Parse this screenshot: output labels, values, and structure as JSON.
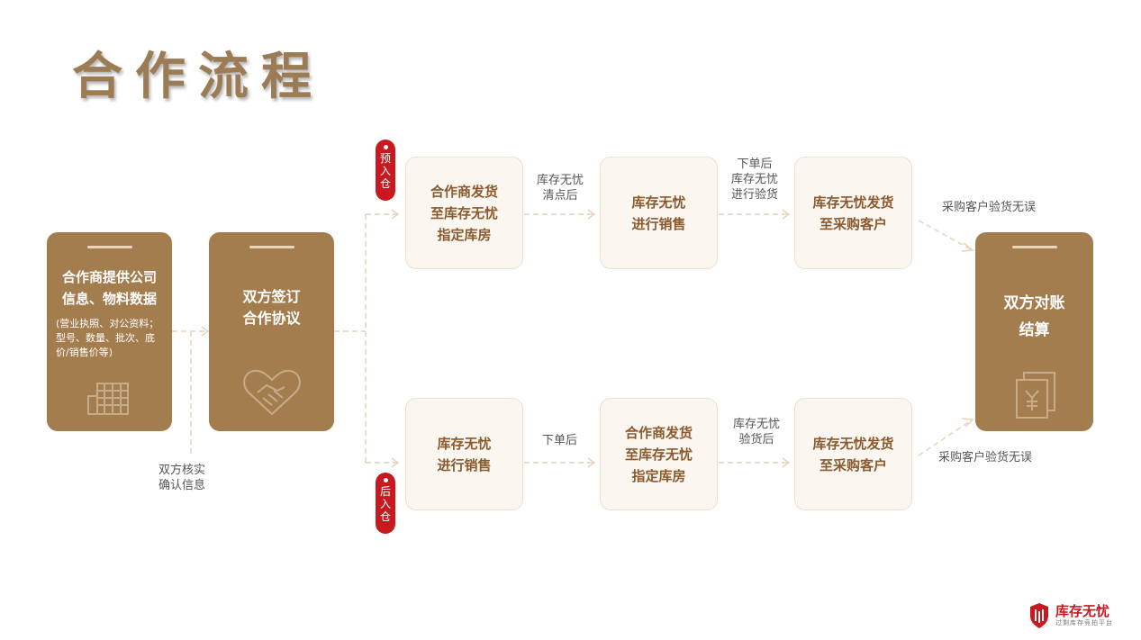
{
  "title": "合作流程",
  "colors": {
    "brown": "#a47d4f",
    "title": "#9b7c54",
    "beige": "#fbf6f0",
    "text": "#8a5a2e",
    "red": "#c81920"
  },
  "step1": {
    "title_line1": "合作商提供公司",
    "title_line2": "信息、物料数据",
    "desc": "(营业执照、对公资料；型号、数量、批次、底价/销售价等)"
  },
  "step2": {
    "line1": "双方签订",
    "line2": "合作协议"
  },
  "verify_label": {
    "line1": "双方核实",
    "line2": "确认信息"
  },
  "tags": {
    "top": [
      "预",
      "入",
      "仓"
    ],
    "bottom": [
      "后",
      "入",
      "仓"
    ]
  },
  "top_row": {
    "box1": [
      "合作商发货",
      "至库存无忧",
      "指定库房"
    ],
    "label1": [
      "库存无忧",
      "清点后"
    ],
    "box2": [
      "库存无忧",
      "进行销售"
    ],
    "label2": [
      "下单后",
      "库存无忧",
      "进行验货"
    ],
    "box3": [
      "库存无忧发货",
      "至采购客户"
    ],
    "label3": "采购客户验货无误"
  },
  "bottom_row": {
    "box1": [
      "库存无忧",
      "进行销售"
    ],
    "label1": "下单后",
    "box2": [
      "合作商发货",
      "至库存无忧",
      "指定库房"
    ],
    "label2": [
      "库存无忧",
      "验货后"
    ],
    "box3": [
      "库存无忧发货",
      "至采购客户"
    ],
    "label3": "采购客户验货无误"
  },
  "final": {
    "line1": "双方对账",
    "line2": "结算"
  },
  "icons": {
    "step1": "building-icon",
    "step2": "handshake-heart-icon",
    "final": "yen-document-icon",
    "logo": "shield-logo-icon"
  },
  "logo": {
    "name": "库存无忧",
    "slogan": "过剩库存竞拍平台"
  }
}
